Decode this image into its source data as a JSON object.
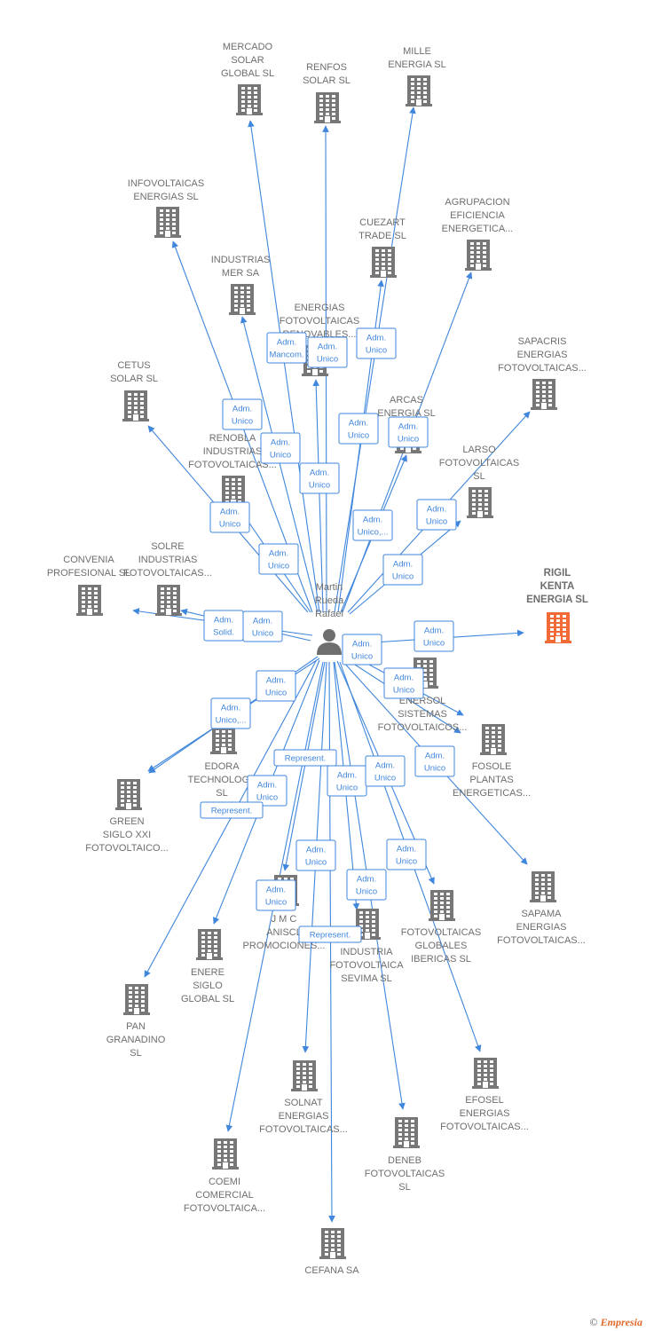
{
  "person": {
    "name_lines": [
      "Martin",
      "Rueda",
      "Rafael"
    ],
    "icon": "person-icon"
  },
  "colors": {
    "edge": "#3f86dd",
    "building": "#777777",
    "highlight": "#f26a35",
    "text": "#6e6e6e"
  },
  "nodes": [
    {
      "id": "mercado",
      "lines": [
        "MERCADO",
        "SOLAR",
        "GLOBAL  SL"
      ]
    },
    {
      "id": "renfos",
      "lines": [
        "RENFOS",
        "SOLAR  SL"
      ]
    },
    {
      "id": "mille",
      "lines": [
        "MILLE",
        "ENERGIA  SL"
      ]
    },
    {
      "id": "infovoltaicas",
      "lines": [
        "INFOVOLTAICAS",
        "ENERGIAS  SL"
      ]
    },
    {
      "id": "cuezart",
      "lines": [
        "CUEZART",
        "TRADE SL"
      ]
    },
    {
      "id": "agrupacion",
      "lines": [
        "AGRUPACION",
        "EFICIENCIA",
        "ENERGETICA..."
      ]
    },
    {
      "id": "industrias-mer",
      "lines": [
        "INDUSTRIAS",
        "MER SA"
      ]
    },
    {
      "id": "energias-foto",
      "lines": [
        "ENERGIAS",
        "FOTOVOLTAICAS",
        "RENOVABLES..."
      ]
    },
    {
      "id": "sapacris",
      "lines": [
        "SAPACRIS",
        "ENERGIAS",
        "FOTOVOLTAICAS..."
      ]
    },
    {
      "id": "cetus",
      "lines": [
        "CETUS",
        "SOLAR SL"
      ]
    },
    {
      "id": "arcas",
      "lines": [
        "ARCAS",
        "ENERGIA  SL"
      ]
    },
    {
      "id": "renobla",
      "lines": [
        "RENOBLA",
        "INDUSTRIAS",
        "FOTOVOLTAICAS..."
      ]
    },
    {
      "id": "larso",
      "lines": [
        "LARSO",
        "FOTOVOLTAICAS",
        "SL"
      ]
    },
    {
      "id": "convenia",
      "lines": [
        "CONVENIA",
        "PROFESIONAL SL"
      ]
    },
    {
      "id": "solre",
      "lines": [
        "SOLRE",
        "INDUSTRIAS",
        "FOTOVOLTAICAS..."
      ]
    },
    {
      "id": "rigil",
      "lines": [
        "RIGIL",
        "KENTA",
        "ENERGIA  SL"
      ],
      "highlight": true
    },
    {
      "id": "enersol",
      "lines": [
        "ENERSOL",
        "SISTEMAS",
        "FOTOVOLTAICOS..."
      ]
    },
    {
      "id": "fosole",
      "lines": [
        "FOSOLE",
        "PLANTAS",
        "ENERGETICAS..."
      ]
    },
    {
      "id": "edora",
      "lines": [
        "EDORA",
        "TECHNOLOGY",
        "SL"
      ]
    },
    {
      "id": "green",
      "lines": [
        "GREEN",
        "SIGLO XXI",
        "FOTOVOLTAICO..."
      ]
    },
    {
      "id": "sapama",
      "lines": [
        "SAPAMA",
        "ENERGIAS",
        "FOTOVOLTAICAS..."
      ]
    },
    {
      "id": "jmc",
      "lines": [
        "J M C",
        "ANISCL",
        "PROMOCIONES..."
      ]
    },
    {
      "id": "industria-sevima",
      "lines": [
        "INDUSTRIA",
        "FOTOVOLTAICA",
        "SEVIMA  SL"
      ]
    },
    {
      "id": "foto-globales",
      "lines": [
        "FOTOVOLTAICAS",
        "GLOBALES",
        "IBERICAS  SL"
      ]
    },
    {
      "id": "enere",
      "lines": [
        "ENERE",
        "SIGLO",
        "GLOBAL  SL"
      ]
    },
    {
      "id": "pan",
      "lines": [
        "PAN",
        "GRANADINO",
        "SL"
      ]
    },
    {
      "id": "efosel",
      "lines": [
        "EFOSEL",
        "ENERGIAS",
        "FOTOVOLTAICAS..."
      ]
    },
    {
      "id": "solnat",
      "lines": [
        "SOLNAT",
        "ENERGIAS",
        "FOTOVOLTAICAS..."
      ]
    },
    {
      "id": "deneb",
      "lines": [
        "DENEB",
        "FOTOVOLTAICAS",
        "SL"
      ]
    },
    {
      "id": "coemi",
      "lines": [
        "COEMI",
        "COMERCIAL",
        "FOTOVOLTAICA..."
      ]
    },
    {
      "id": "cefana",
      "lines": [
        "CEFANA SA"
      ]
    }
  ],
  "edges": [
    {
      "target": "mercado",
      "label": [
        "Adm.",
        "Unico"
      ]
    },
    {
      "target": "renfos",
      "label": [
        "Adm.",
        "Unico"
      ]
    },
    {
      "target": "mille",
      "label": [
        "Adm.",
        "Unico"
      ]
    },
    {
      "target": "infovoltaicas",
      "label": [
        "Adm.",
        "Unico"
      ]
    },
    {
      "target": "cuezart",
      "label": [
        "Adm.",
        "Mancom."
      ]
    },
    {
      "target": "agrupacion",
      "label": [
        "Adm.",
        "Unico"
      ]
    },
    {
      "target": "industrias-mer",
      "label": [
        "Adm.",
        "Unico"
      ]
    },
    {
      "target": "energias-foto",
      "label": [
        "Adm.",
        "Unico"
      ]
    },
    {
      "target": "sapacris",
      "label": [
        "Adm.",
        "Unico"
      ]
    },
    {
      "target": "cetus",
      "label": [
        "Adm.",
        "Unico"
      ]
    },
    {
      "target": "arcas",
      "label": [
        "Adm.",
        "Unico,..."
      ]
    },
    {
      "target": "renobla",
      "label": [
        "Adm.",
        "Unico"
      ]
    },
    {
      "target": "larso",
      "label": [
        "Adm.",
        "Unico"
      ]
    },
    {
      "target": "convenia",
      "label": [
        "Adm.",
        "Solid."
      ]
    },
    {
      "target": "solre",
      "label": [
        "Adm.",
        "Unico"
      ]
    },
    {
      "target": "rigil",
      "label": [
        "Adm.",
        "Unico"
      ]
    },
    {
      "target": "enersol",
      "label": [
        "Adm.",
        "Unico"
      ]
    },
    {
      "target": "fosole",
      "label": [
        "Adm.",
        "Unico"
      ]
    },
    {
      "target": "edora",
      "label": [
        "Adm.",
        "Unico,..."
      ]
    },
    {
      "target": "green",
      "label": [
        "Adm.",
        "Unico"
      ]
    },
    {
      "target": "sapama",
      "label": [
        "Adm.",
        "Unico"
      ]
    },
    {
      "target": "jmc",
      "label": [
        "Represent."
      ]
    },
    {
      "target": "industria-sevima",
      "label": [
        "Adm.",
        "Unico"
      ]
    },
    {
      "target": "foto-globales",
      "label": [
        "Adm.",
        "Unico"
      ]
    },
    {
      "target": "enere",
      "label": [
        "Adm.",
        "Unico"
      ]
    },
    {
      "target": "pan",
      "label": [
        "Represent."
      ]
    },
    {
      "target": "efosel",
      "label": [
        "Adm.",
        "Unico"
      ]
    },
    {
      "target": "solnat",
      "label": [
        "Adm.",
        "Unico"
      ]
    },
    {
      "target": "deneb",
      "label": [
        "Adm.",
        "Unico"
      ]
    },
    {
      "target": "coemi",
      "label": [
        "Adm.",
        "Unico"
      ]
    },
    {
      "target": "cefana",
      "label": [
        "Represent."
      ]
    }
  ],
  "footer": {
    "copyright": "©",
    "brand": "Empresia"
  }
}
